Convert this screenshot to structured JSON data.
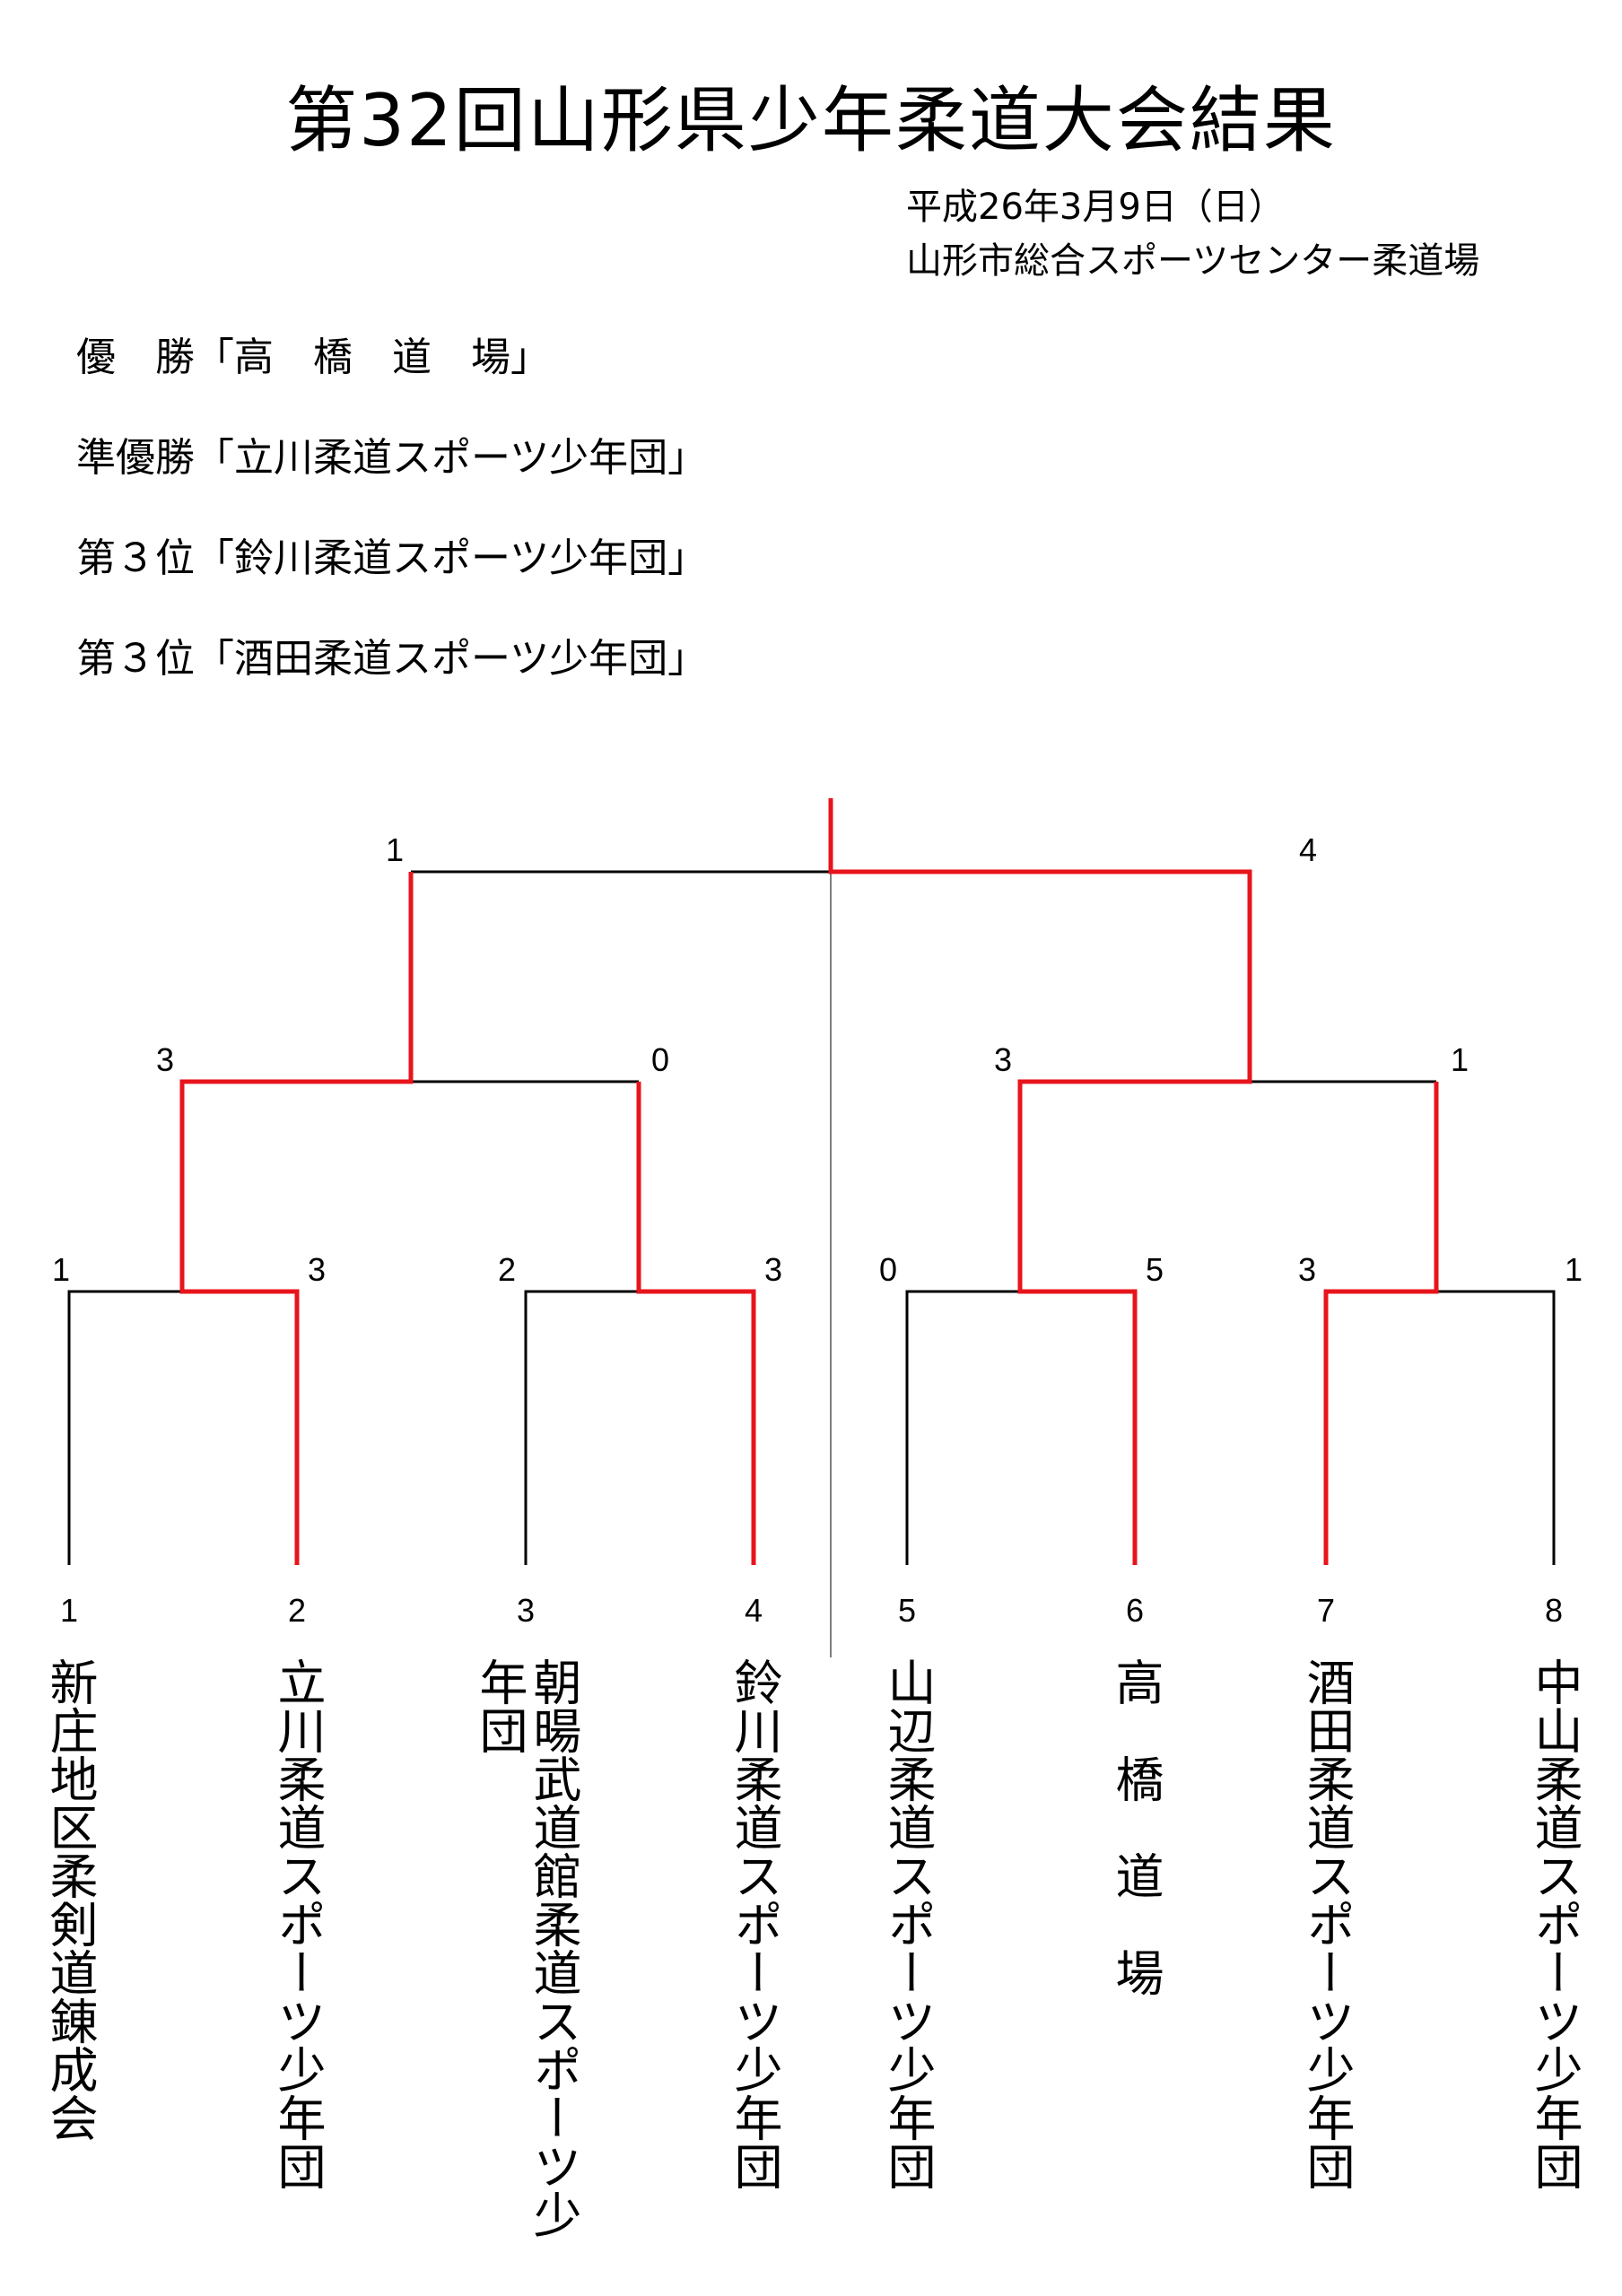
{
  "title": "第32回山形県少年柔道大会結果",
  "date": "平成26年3月9日（日）",
  "venue": "山形市総合スポーツセンター柔道場",
  "results": [
    {
      "label": "優　勝",
      "team": "「高　橋　道　場」"
    },
    {
      "label": "準優勝",
      "team": "「立川柔道スポーツ少年団」"
    },
    {
      "label": "第３位",
      "team": "「鈴川柔道スポーツ少年団」"
    },
    {
      "label": "第３位",
      "team": "「酒田柔道スポーツ少年団」"
    }
  ],
  "colors": {
    "winner_line": "#e8141c",
    "line": "#000000"
  },
  "teams": [
    {
      "seed": "1",
      "name": "新庄地区柔剣道錬成会"
    },
    {
      "seed": "2",
      "name": "立川柔道スポーツ少年団"
    },
    {
      "seed": "3",
      "name": "朝暘武道館柔道スポーツ少年団"
    },
    {
      "seed": "4",
      "name": "鈴川柔道スポーツ少年団"
    },
    {
      "seed": "5",
      "name": "山辺柔道スポーツ少年団"
    },
    {
      "seed": "6",
      "name": "高　橋　道　場"
    },
    {
      "seed": "7",
      "name": "酒田柔道スポーツ少年団"
    },
    {
      "seed": "8",
      "name": "中山柔道スポーツ少年団"
    }
  ],
  "scores": {
    "round1": [
      "1",
      "3",
      "2",
      "3",
      "0",
      "5",
      "3",
      "1"
    ],
    "semis": [
      "3",
      "0",
      "3",
      "1"
    ],
    "final": [
      "1",
      "4"
    ]
  }
}
